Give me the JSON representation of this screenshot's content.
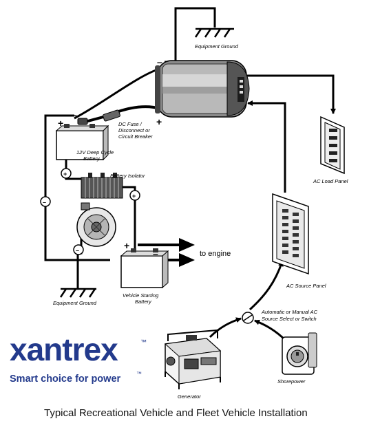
{
  "labels": {
    "equipment_ground_top": "Equipment Ground",
    "dc_fuse": [
      "DC Fuse /",
      "Disconnect or",
      "Circuit Breaker"
    ],
    "deep_cycle_battery": [
      "12V Deep Cycle",
      "Battery"
    ],
    "battery_isolator": "Battery Isolator",
    "to_engine": "to engine",
    "equipment_ground_bottom": "Equipment Ground",
    "vehicle_starting_battery": [
      "Vehicle Starting",
      "Battery"
    ],
    "ac_load_panel": "AC Load  Panel",
    "ac_source_panel": "AC Source Panel",
    "transfer_switch": [
      "Automatic or Manual AC",
      "Source Select  or Switch"
    ],
    "generator": "Generator",
    "shorepower": "Shorepower"
  },
  "brand": {
    "name": "xantrex",
    "tagline": "Smart choice for power",
    "trademark": "™",
    "color": "#233a8c"
  },
  "caption": "Typical Recreational Vehicle and Fleet Vehicle Installation"
}
